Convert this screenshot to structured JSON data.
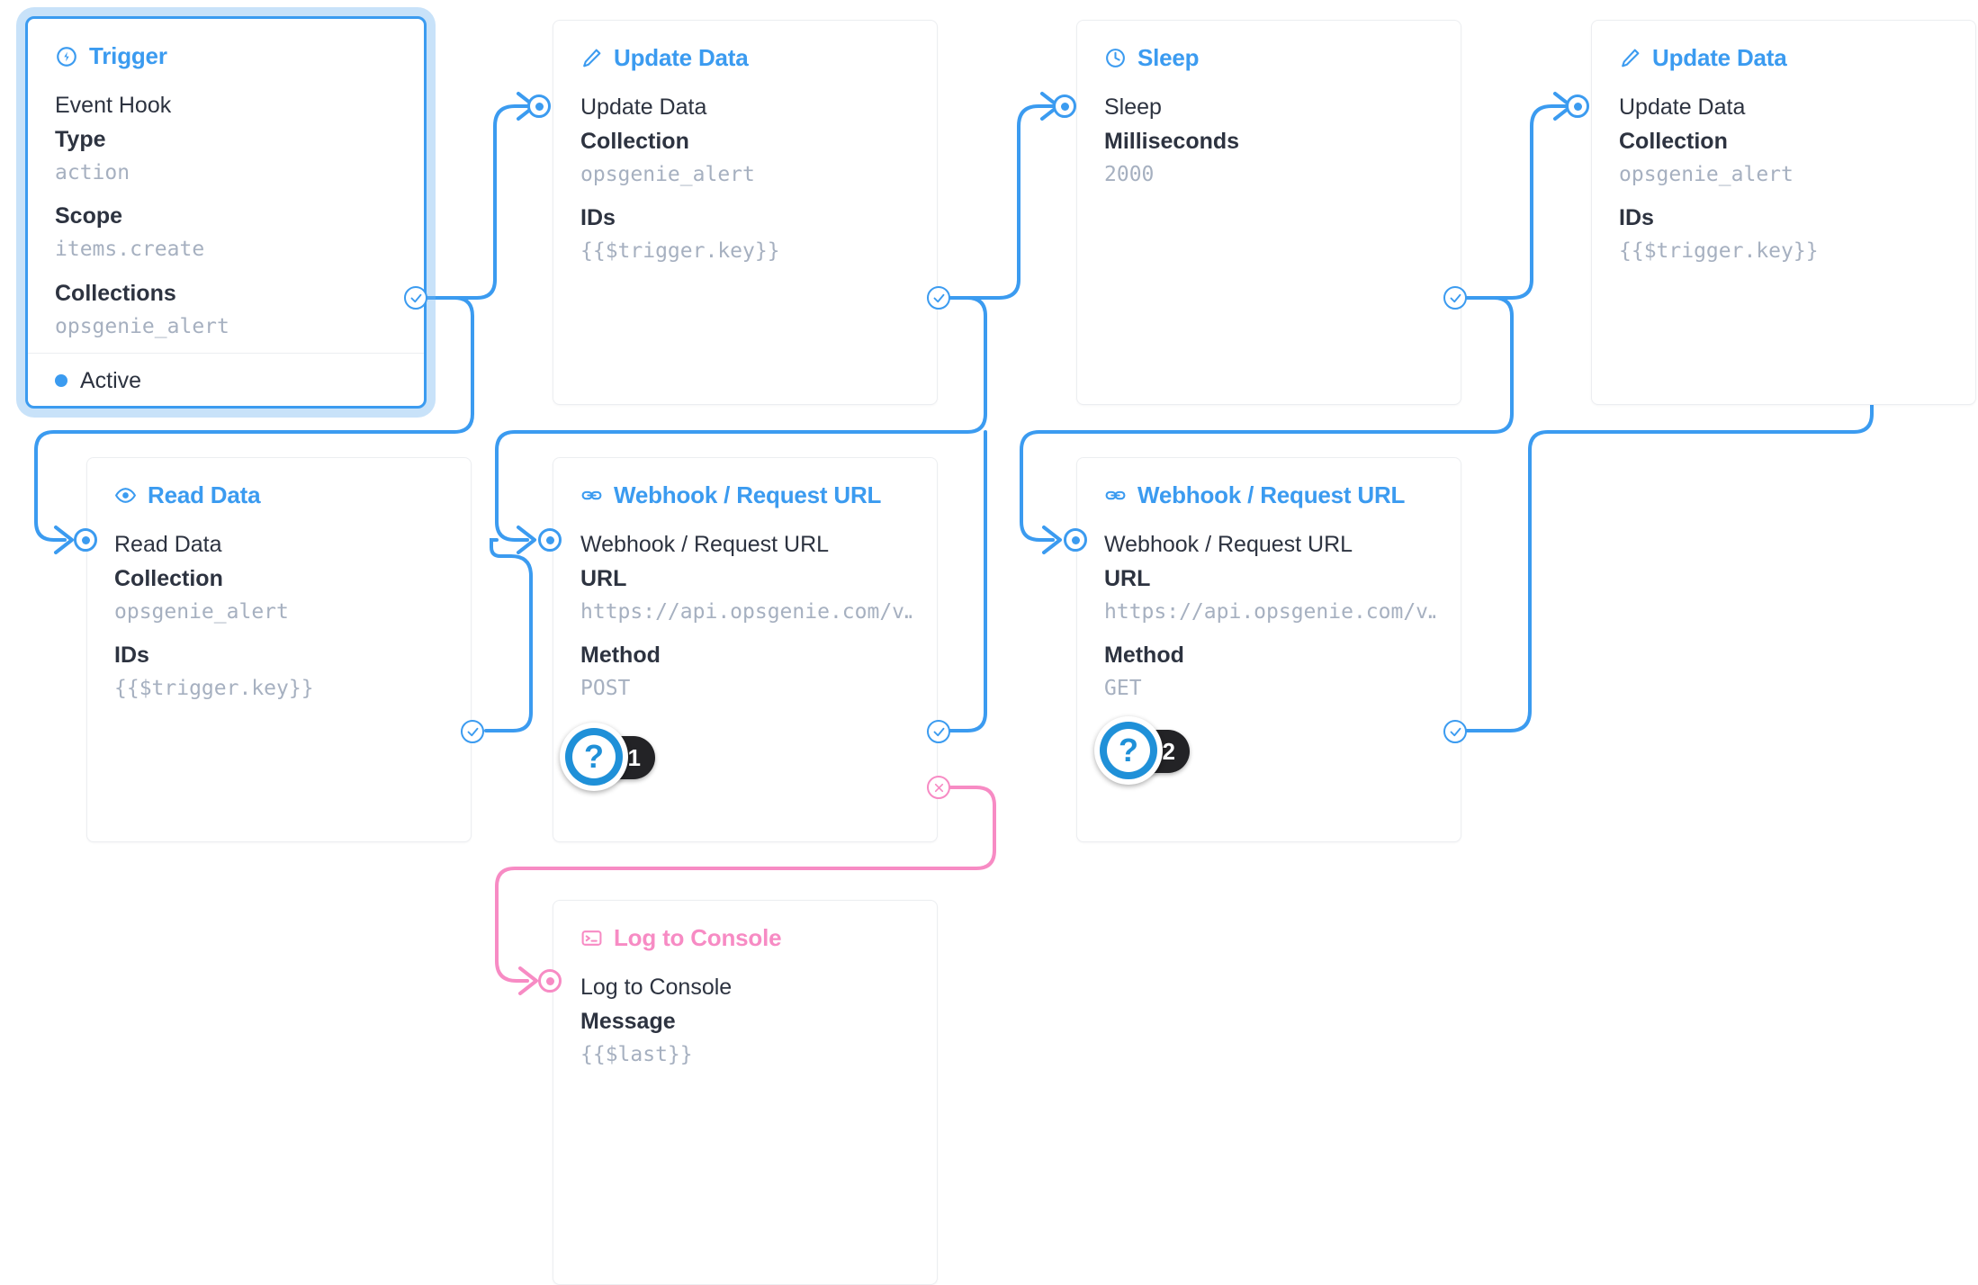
{
  "flow": {
    "nodes": [
      {
        "id": "trigger",
        "icon": "lightning-circle-icon",
        "title": "Trigger",
        "accent": "#3b9bf0",
        "selected": true,
        "subtitle": "Event Hook",
        "fields": [
          {
            "label": "Type",
            "value": "action"
          },
          {
            "label": "Scope",
            "value": "items.create"
          },
          {
            "label": "Collections",
            "value": "opsgenie_alert"
          }
        ],
        "status": "Active"
      },
      {
        "id": "update-data-1",
        "icon": "pencil-icon",
        "title": "Update Data",
        "accent": "#3b9bf0",
        "subtitle": "Update Data",
        "fields": [
          {
            "label": "Collection",
            "value": "opsgenie_alert"
          },
          {
            "label": "IDs",
            "value": "{{$trigger.key}}"
          }
        ]
      },
      {
        "id": "sleep",
        "icon": "clock-icon",
        "title": "Sleep",
        "accent": "#3b9bf0",
        "subtitle": "Sleep",
        "fields": [
          {
            "label": "Milliseconds",
            "value": "2000"
          }
        ]
      },
      {
        "id": "update-data-2",
        "icon": "pencil-icon",
        "title": "Update Data",
        "accent": "#3b9bf0",
        "subtitle": "Update Data",
        "fields": [
          {
            "label": "Collection",
            "value": "opsgenie_alert"
          },
          {
            "label": "IDs",
            "value": "{{$trigger.key}}"
          }
        ]
      },
      {
        "id": "read-data",
        "icon": "eye-icon",
        "title": "Read Data",
        "accent": "#3b9bf0",
        "subtitle": "Read Data",
        "fields": [
          {
            "label": "Collection",
            "value": "opsgenie_alert"
          },
          {
            "label": "IDs",
            "value": "{{$trigger.key}}"
          }
        ]
      },
      {
        "id": "webhook-1",
        "icon": "link-icon",
        "title": "Webhook / Request URL",
        "accent": "#3b9bf0",
        "subtitle": "Webhook / Request URL",
        "fields": [
          {
            "label": "URL",
            "value": "https://api.opsgenie.com/v…"
          },
          {
            "label": "Method",
            "value": "POST"
          }
        ],
        "badge": "1"
      },
      {
        "id": "webhook-2",
        "icon": "link-icon",
        "title": "Webhook / Request URL",
        "accent": "#3b9bf0",
        "subtitle": "Webhook / Request URL",
        "fields": [
          {
            "label": "URL",
            "value": "https://api.opsgenie.com/v…"
          },
          {
            "label": "Method",
            "value": "GET"
          }
        ],
        "badge": "2"
      },
      {
        "id": "log-to-console",
        "icon": "terminal-icon",
        "title": "Log to Console",
        "accent": "#f78bc4",
        "subtitle": "Log to Console",
        "fields": [
          {
            "label": "Message",
            "value": "{{$last}}"
          }
        ]
      }
    ],
    "badges": [
      {
        "id": "help-badge-1",
        "symbol": "?",
        "count": "1"
      },
      {
        "id": "help-badge-2",
        "symbol": "?",
        "count": "2"
      }
    ],
    "colors": {
      "accent": "#3b9bf0",
      "reject": "#f78bc4",
      "value_text": "#a6b0c0",
      "label_text": "#2d3340",
      "card_border": "#eceef1",
      "badge_pill": "#232326"
    }
  }
}
